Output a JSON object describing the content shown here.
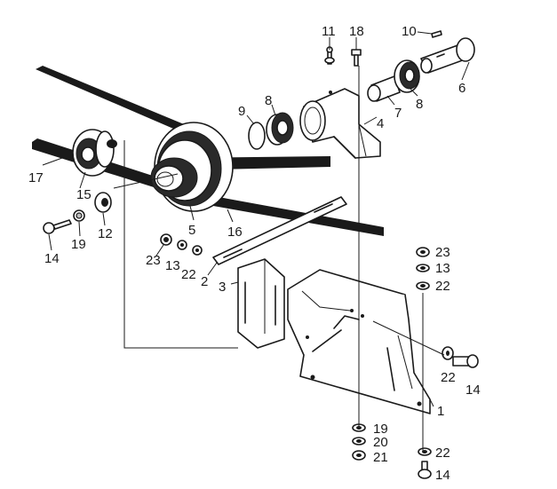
{
  "labels": {
    "p1": "1",
    "p2": "2",
    "p3": "3",
    "p4": "4",
    "p5": "5",
    "p6": "6",
    "p7": "7",
    "p8a": "8",
    "p8b": "8",
    "p9": "9",
    "p10": "10",
    "p11": "11",
    "p12": "12",
    "p13a": "13",
    "p13b": "13",
    "p14a": "14",
    "p14b": "14",
    "p14c": "14",
    "p15": "15",
    "p16": "16",
    "p17": "17",
    "p18": "18",
    "p19a": "19",
    "p19b": "19",
    "p20": "20",
    "p21": "21",
    "p22a": "22",
    "p22b": "22",
    "p22c": "22",
    "p22d": "22",
    "p23a": "23",
    "p23b": "23"
  },
  "colors": {
    "ink": "#1a1a1a",
    "paper": "#ffffff",
    "shade": "#bdbdbd"
  }
}
